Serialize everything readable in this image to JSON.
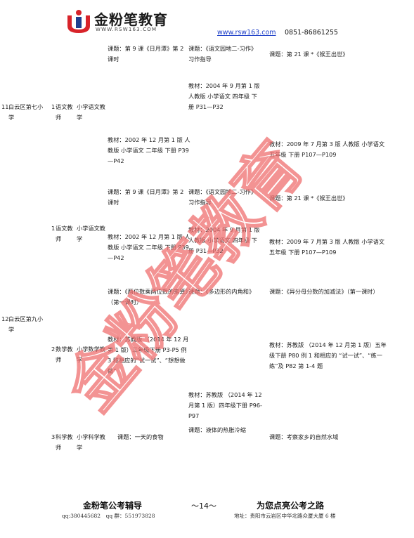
{
  "header": {
    "brand_name": "金粉笔教育",
    "brand_url": "WWW.RSW163.COM",
    "website": "www.rsw163.com",
    "phone": "0851-86861255"
  },
  "watermark": "金粉笔教育",
  "rows": {
    "r11": {
      "num": "11",
      "school": "白云区第七小学",
      "groups": [
        {
          "idx": "1",
          "subject": "语文教师",
          "position": "小学语文教学",
          "topic1": "课题：第 9 课《日月潭》第 2 课时",
          "topic2": "课题：《语文园地二-习作》习作指导",
          "topic3": "课题：第 21 课 *《猴王出世》",
          "book1": "教材：2002 年 12 月第 1 版 人教版 小学语文 二年级 下册 P39—P42",
          "book2": "教材：2004 年 9 月第 1 版 人教版 小学语文 四年级 下册 P31—P32",
          "book3": "教材：2009 年 7 月第 3 版 人教版 小学语文 五年级 下册 P107—P109"
        }
      ]
    },
    "r_mid": {
      "idx": "1",
      "subject": "语文教师",
      "position": "小学语文教学",
      "topic1": "课题：第 9 课《日月潭》第 2 课时",
      "topic2": "课题：《语文园地二-习作》习作指导",
      "topic3": "课题：第 21 课 *《猴王出世》",
      "book1": "教材：2002 年 12 月第 1 版 人教版 小学语文 二年级 下册 P39—P42",
      "book2": "教材：2004 年 9 月第 1 版 人教版 小学语文 四年级 下册 P31—P32",
      "book3": "教材：2009 年 7 月第 3 版 人教版 小学语文 五年级 下册 P107—P109"
    },
    "r12": {
      "num": "12",
      "school": "白云区第九小学",
      "math": {
        "idx": "2",
        "subject": "数学教师",
        "position": "小学数学教学",
        "topic1": "课题：《两位数乘两位数的笔算》（第一课时）",
        "topic2": "课题：《多边形的内角和》",
        "topic3": "课题：《异分母分数的加减法》（第一课时）",
        "book1": "教材：苏教版 （2014 年 12 月第 1 版）三年级下册 P3-P5 例 3 和相应的“试一试”、“想想做做”",
        "book2": "教材：苏教版 （2014 年 12 月第 1 版）四年级下册 P96-P97",
        "book3": "教材：苏教版 （2014 年 12 月第 1 版）五年级下册 P80 例 1 和相应的 “试一试”、“练一练”及 P82 第 1-4 题"
      },
      "science": {
        "idx": "3",
        "subject": "科学教师",
        "position": "小学科学教学",
        "topic1": "课题：一天的食物",
        "topic2": "课题：液体的热胀冷缩",
        "topic3": "课题：考察家乡的自然水域"
      }
    }
  },
  "footer": {
    "left_title": "金粉笔公考辅导",
    "page": "～14～",
    "right_title": "为您点亮公考之路",
    "contact": "qq:380445682　qq 群：551973828",
    "address": "地址：贵阳市云岩区中华北路众厦大厦 6 楼"
  }
}
